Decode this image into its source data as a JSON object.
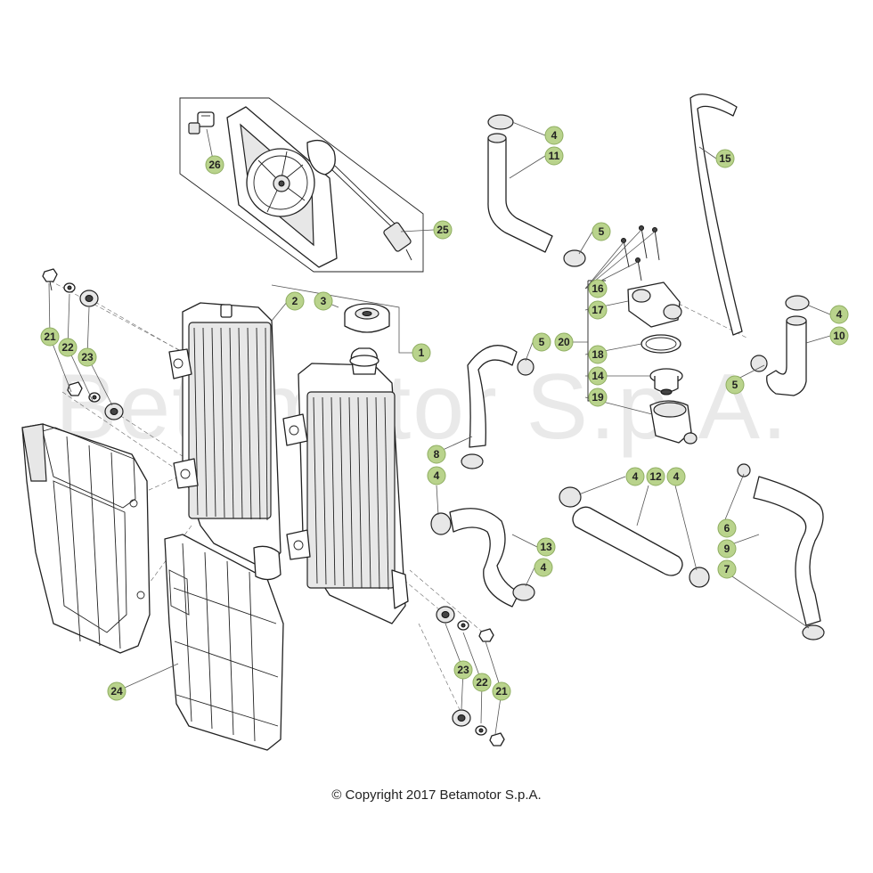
{
  "watermark": "Betamotor S.p.A.",
  "copyright": "© Copyright 2017 Betamotor S.p.A.",
  "colors": {
    "badge_fill": "#b9d38c",
    "badge_stroke": "#8fae62",
    "line": "#222222",
    "watermark": "#e9e9e9"
  },
  "parts": [
    {
      "id": "b1",
      "label": "1"
    },
    {
      "id": "b2",
      "label": "2"
    },
    {
      "id": "b3",
      "label": "3"
    },
    {
      "id": "b4a",
      "label": "4"
    },
    {
      "id": "b4b",
      "label": "4"
    },
    {
      "id": "b4c",
      "label": "4"
    },
    {
      "id": "b4d",
      "label": "4"
    },
    {
      "id": "b4e",
      "label": "4"
    },
    {
      "id": "b4f",
      "label": "4"
    },
    {
      "id": "b5a",
      "label": "5"
    },
    {
      "id": "b5b",
      "label": "5"
    },
    {
      "id": "b5c",
      "label": "5"
    },
    {
      "id": "b6",
      "label": "6"
    },
    {
      "id": "b7",
      "label": "7"
    },
    {
      "id": "b8",
      "label": "8"
    },
    {
      "id": "b9",
      "label": "9"
    },
    {
      "id": "b10",
      "label": "10"
    },
    {
      "id": "b11",
      "label": "11"
    },
    {
      "id": "b12",
      "label": "12"
    },
    {
      "id": "b13",
      "label": "13"
    },
    {
      "id": "b14",
      "label": "14"
    },
    {
      "id": "b15",
      "label": "15"
    },
    {
      "id": "b16",
      "label": "16"
    },
    {
      "id": "b17",
      "label": "17"
    },
    {
      "id": "b18",
      "label": "18"
    },
    {
      "id": "b19",
      "label": "19"
    },
    {
      "id": "b20",
      "label": "20"
    },
    {
      "id": "b21a",
      "label": "21"
    },
    {
      "id": "b21b",
      "label": "21"
    },
    {
      "id": "b22a",
      "label": "22"
    },
    {
      "id": "b22b",
      "label": "22"
    },
    {
      "id": "b23a",
      "label": "23"
    },
    {
      "id": "b23b",
      "label": "23"
    },
    {
      "id": "b24",
      "label": "24"
    },
    {
      "id": "b25",
      "label": "25"
    },
    {
      "id": "b26",
      "label": "26"
    }
  ]
}
